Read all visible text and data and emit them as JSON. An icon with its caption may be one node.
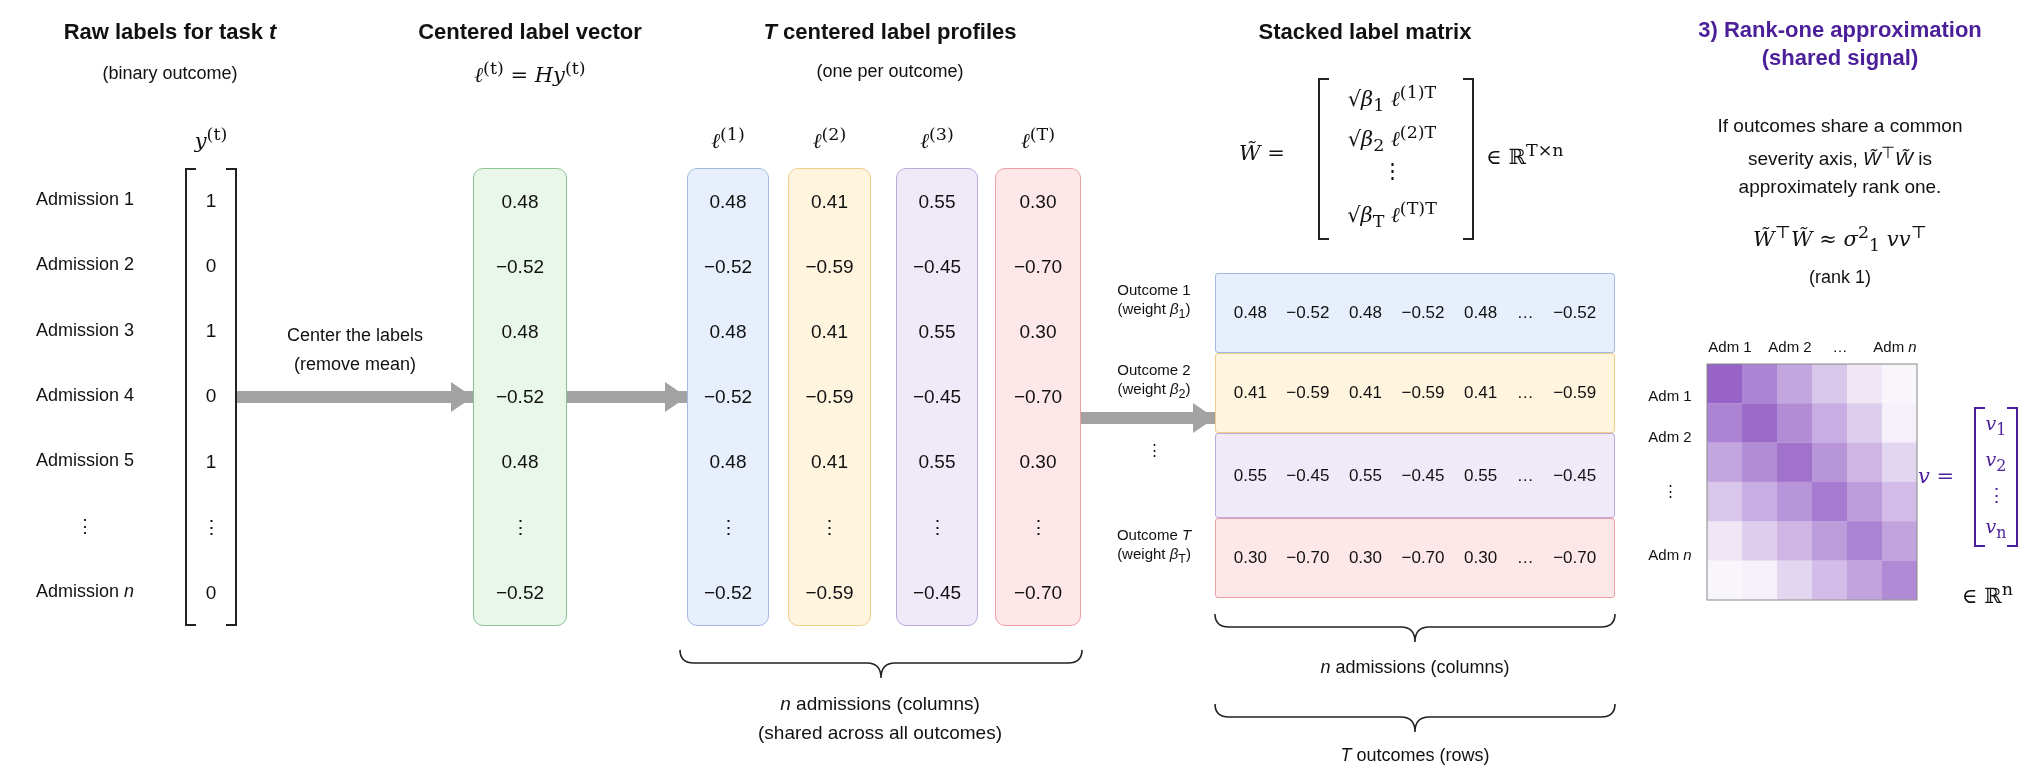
{
  "diagram": {
    "nodes": [
      {
        "text": [
          "*y*$^{(t)}$",
          "1",
          "0",
          "1",
          "0",
          "1",
          "⋮",
          "0"
        ]
      },
      {
        "text": [
          "0.48",
          "−0.52",
          "0.48",
          "−0.52",
          "0.48",
          "⋮",
          "−0.52"
        ]
      },
      {
        "text": [
          "*ℓ*$^{(1)}$",
          "0.48",
          "−0.52",
          "0.48",
          "−0.52",
          "0.48",
          "⋮",
          "−0.52"
        ]
      },
      {
        "text": [
          "*ℓ*$^{(2)}$",
          "0.41",
          "−0.59",
          "0.41",
          "−0.59",
          "0.41",
          "⋮",
          "−0.59"
        ]
      },
      {
        "text": [
          "*ℓ*$^{(3)}$",
          "0.55",
          "−0.45",
          "0.55",
          "−0.45",
          "0.55",
          "⋮",
          "−0.45"
        ]
      },
      {
        "text": [
          "*ℓ*$^{(T)}$",
          "0.30",
          "−0.70",
          "0.30",
          "−0.70",
          "0.30",
          "⋮",
          "−0.70"
        ]
      },
      {
        "text": [
          "0.48",
          "−0.52",
          "0.48",
          "−0.52",
          "0.48",
          "…",
          "−0.52"
        ],
        "beside": [
          "Outcome 1 (weight *β*$_{1}$)"
        ]
      },
      {
        "text": [
          "0.41",
          "−0.59",
          "0.41",
          "−0.59",
          "0.41",
          "…",
          "−0.59"
        ],
        "beside": [
          "Outcome 2 (weight *β*$_{2}$)"
        ]
      },
      {
        "text": [
          "0.55",
          "−0.45",
          "0.55",
          "−0.45",
          "0.55",
          "…",
          "−0.45"
        ],
        "beside": [
          "⋮"
        ]
      },
      {
        "text": [
          "0.30",
          "−0.70",
          "0.30",
          "−0.70",
          "0.30",
          "…",
          "−0.70"
        ],
        "beside": [
          "Outcome *T* (weight *β*$_{T}$)"
        ]
      },
      {
        "text": [
          "*v*$_{1}$",
          "*v*$_{2}$",
          "⋮",
          "*v*$_{n}$"
        ],
        "beside": [
          "*v* =",
          "∈ ℝ$^{n}$"
        ]
      }
    ],
    "edges": [
      {
        "from": 0,
        "to": 1,
        "arrow": "to",
        "label": "Center the labels (remove mean)"
      },
      {
        "from": 1,
        "to": 2,
        "arrow": "to"
      },
      {
        "from": 5,
        "to": 7,
        "arrow": "to"
      }
    ],
    "labels": [
      "Raw labels for task *t*",
      "(binary outcome)",
      "Centered label vector",
      "*ℓ*$^{(t)}$ = *Hy*$^{(t)}$",
      "*T* centered label profiles",
      "(one per outcome)",
      "Stacked label matrix",
      "3) Rank-one approximation (shared signal)",
      "*W̃* =",
      "√*β*$_{1}$ *ℓ*$^{(1)T}$",
      "√*β*$_{2}$ *ℓ*$^{(2)T}$",
      "⋮",
      "√*β*$_{T}$ *ℓ*$^{(T)T}$",
      "∈ ℝ$^{T×n}$",
      "If outcomes share a common severity axis, *W̃*$^{⊤}$*W̃* is approximately rank one.",
      "*W̃*$^{⊤}$*W̃* ≈ *σ*$^{2}$$_{1}$ *vv*$^{⊤}$",
      "(rank 1)",
      "Admission 1",
      "Admission 2",
      "Admission 3",
      "Admission 4",
      "Admission 5",
      "⋮",
      "Admission *n*",
      "Adm 1",
      "Adm 2",
      "…",
      "Adm *n*",
      "Adm 1",
      "Adm 2",
      "⋮",
      "Adm *n*",
      "*n* admissions (columns) (shared across all outcomes)",
      "*n* admissions (columns)",
      "*T* outcomes (rows)"
    ]
  }
}
